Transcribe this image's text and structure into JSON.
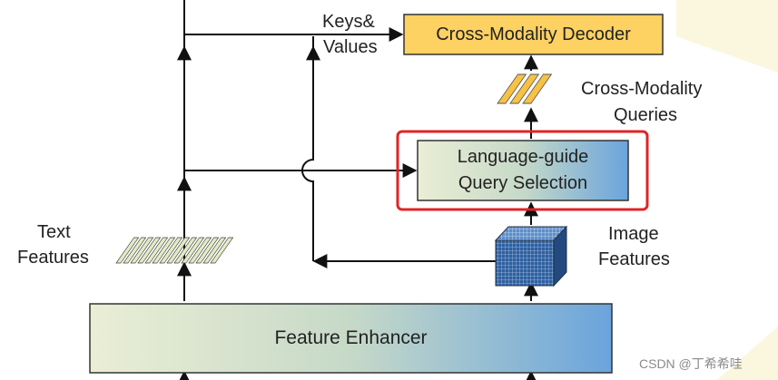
{
  "decoder": {
    "label": "Cross-Modality Decoder"
  },
  "kv": {
    "line1": "Keys&",
    "line2": "Values"
  },
  "queries": {
    "line1": "Cross-Modality",
    "line2": "Queries"
  },
  "selection": {
    "line1": "Language-guide",
    "line2": "Query Selection"
  },
  "text_features": {
    "line1": "Text",
    "line2": "Features"
  },
  "image_features": {
    "line1": "Image",
    "line2": "Features"
  },
  "enhancer": {
    "label": "Feature Enhancer"
  },
  "watermark": {
    "text": "CSDN @丁希希哇"
  },
  "colors": {
    "decoder_fill": "#fdd162",
    "highlight_border": "#e02424",
    "gradient_start": "#eaeed5",
    "gradient_end": "#6aa4dc",
    "line": "#111111"
  }
}
